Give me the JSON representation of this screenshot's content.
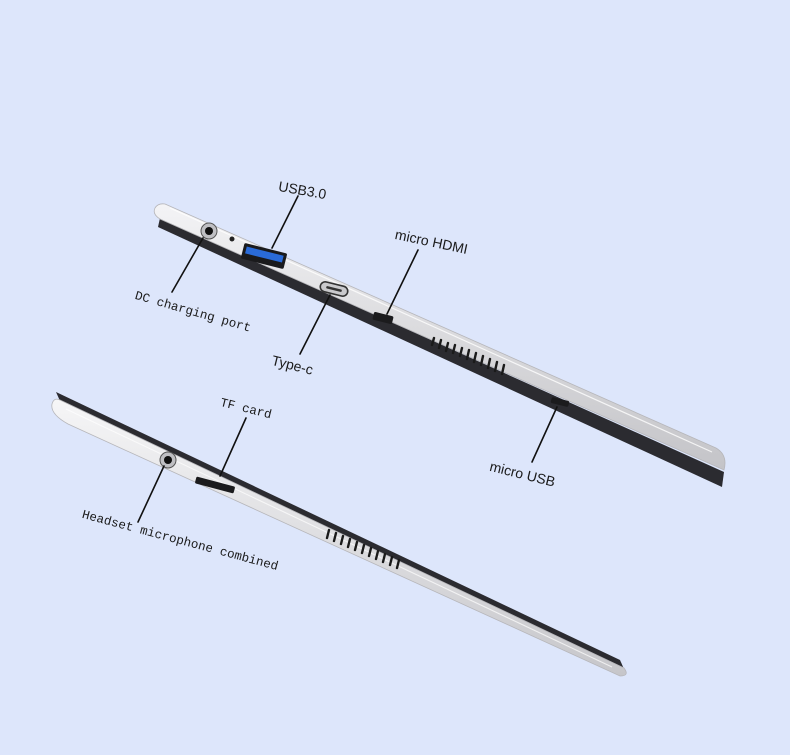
{
  "labels": {
    "usb3": "USB3.0",
    "micro_hdmi": "micro HDMI",
    "dc_charging": "DC charging port",
    "type_c": "Type-c",
    "micro_usb": "micro USB",
    "tf_card": "TF card",
    "headset": "Headset microphone combined"
  },
  "colors": {
    "background": "#dde6fb",
    "device_body": "#e2e2e4",
    "device_edge": "#2b2b30",
    "usb_blue": "#2a6bd8",
    "leader_line": "#111111"
  }
}
